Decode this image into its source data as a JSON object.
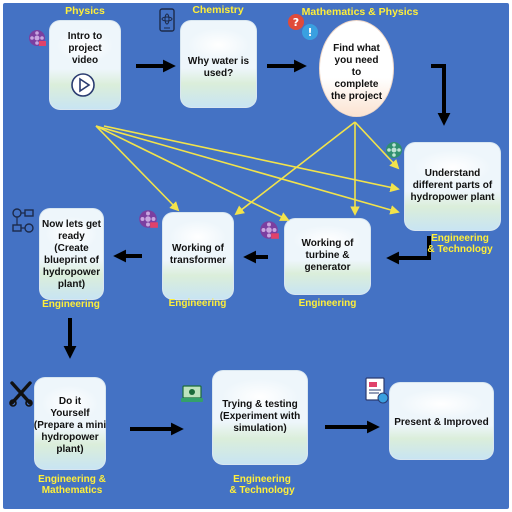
{
  "colors": {
    "background": "#4472c4",
    "subject_text": "#ffef3a",
    "card": "#eef6fb",
    "arrow_main": "#000000",
    "arrow_link": "#f2e34b"
  },
  "nodes": {
    "intro": {
      "subject": "Physics",
      "label": "Intro to project\nvideo"
    },
    "water": {
      "subject": "Chemistry",
      "label": "Why water is\nused?"
    },
    "find": {
      "subject": "Mathematics & Physics",
      "label": "Find what\nyou need\nto\ncomplete\nthe project"
    },
    "understand": {
      "subject": "Engineering\n& Technology",
      "label": "Understand\ndifferent parts of\nhydropower plant"
    },
    "turbine": {
      "subject": "Engineering",
      "label": "Working of\nturbine &\ngenerator"
    },
    "transformer": {
      "subject": "Engineering",
      "label": "Working of\ntransformer"
    },
    "blueprint": {
      "subject": "Engineering",
      "label": "Now lets get\nready\n(Create\nblueprint of\nhydropower\nplant)"
    },
    "diy": {
      "subject": "Engineering &\nMathematics",
      "label": "Do it\nYourself\n(Prepare a mini\nhydropower\nplant)"
    },
    "testing": {
      "subject": "Engineering\n& Technology",
      "label": "Trying & testing\n(Experiment with\nsimulation)"
    },
    "present": {
      "label": "Present & Improved"
    }
  },
  "icons": {
    "intro": "film-reel-icon",
    "intro_play": "play-button-icon",
    "water": "tablet-atom-icon",
    "find": "speech-bubbles-icon",
    "understand": "film-reel-icon",
    "turbine": "film-reel-icon",
    "transformer": "film-reel-icon",
    "blueprint": "flowchart-icon",
    "diy": "tools-icon",
    "testing": "simulation-icon",
    "present": "presentation-icon"
  }
}
